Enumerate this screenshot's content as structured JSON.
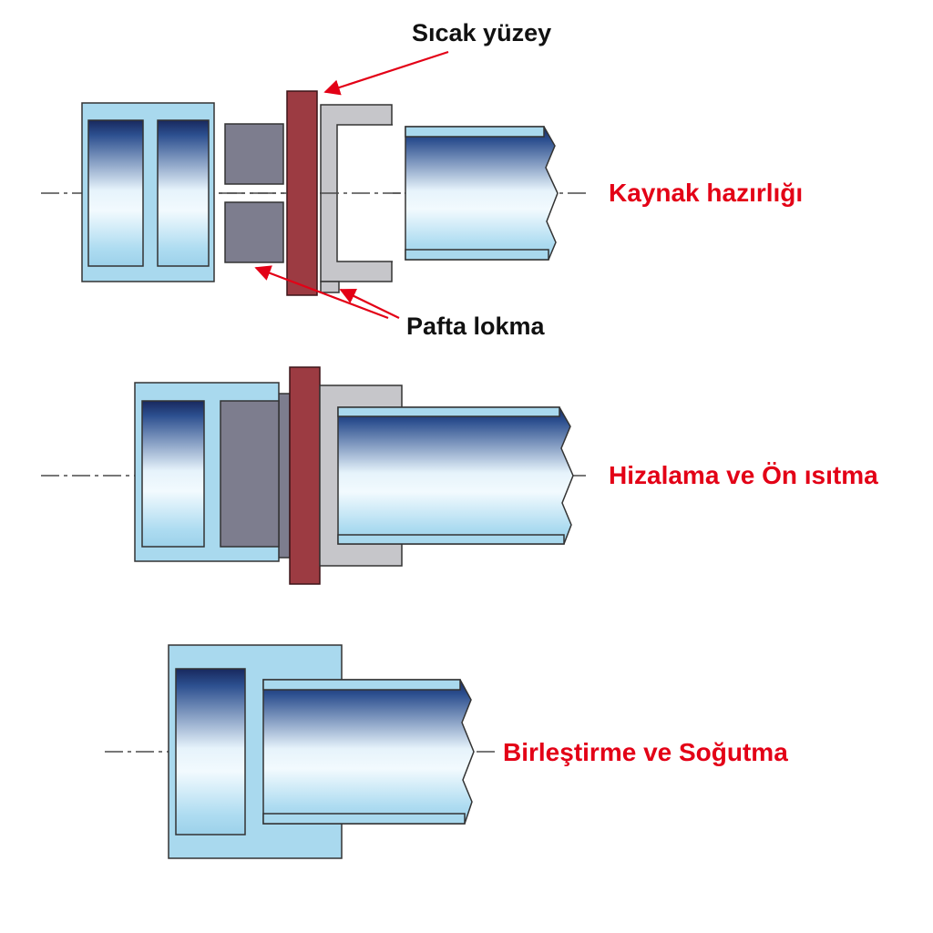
{
  "diagram": {
    "annotations": {
      "hot_surface": "Sıcak yüzey",
      "die_socket": "Pafta lokma"
    },
    "stages": [
      {
        "label": "Kaynak hazırlığı"
      },
      {
        "label": "Hizalama ve Ön ısıtma"
      },
      {
        "label": "Birleştirme ve Soğutma"
      }
    ],
    "colors": {
      "stage_label_red": "#e30016",
      "annotation_black": "#111111",
      "heater_plate": "#9c3b42",
      "die_dark_gray": "#7d7d8e",
      "die_light_gray": "#c6c6ca",
      "pipe_shell_blue": "#a9d9ee",
      "pipe_dark_blue": "#18295e"
    }
  }
}
